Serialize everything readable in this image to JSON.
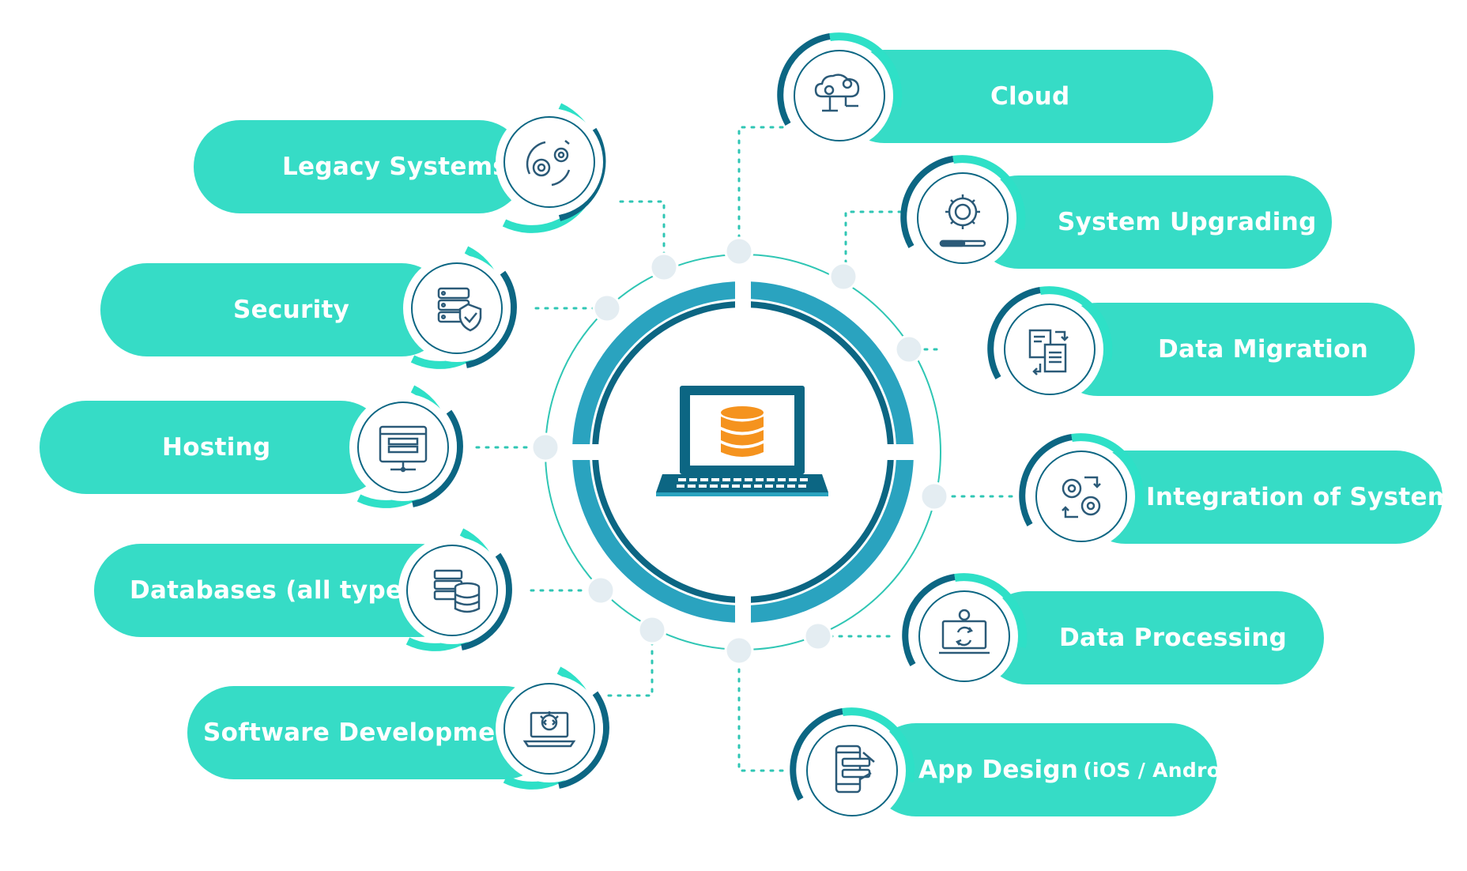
{
  "center": {
    "icon": "laptop-database-icon"
  },
  "colors": {
    "pill": "#36dcc6",
    "ring_dark": "#0c6683",
    "ring_mid": "#2aa3bf",
    "accent_orange": "#f5931e",
    "dot_line": "#2fc6b4"
  },
  "left_items": [
    {
      "label": "Legacy Systems",
      "icon": "legacy-gears-icon"
    },
    {
      "label": "Security",
      "icon": "server-shield-icon"
    },
    {
      "label": "Hosting",
      "icon": "hosting-server-icon"
    },
    {
      "label": "Databases (all types)",
      "icon": "database-servers-icon"
    },
    {
      "label": "Software Development",
      "icon": "laptop-code-icon"
    }
  ],
  "right_items": [
    {
      "label": "Cloud",
      "icon": "cloud-gears-icon"
    },
    {
      "label": "System Upgrading",
      "icon": "gear-upgrade-icon"
    },
    {
      "label": "Data Migration",
      "icon": "documents-transfer-icon"
    },
    {
      "label": "Integration of Systems",
      "icon": "gears-arrows-icon"
    },
    {
      "label": "Data Processing",
      "icon": "monitor-processing-icon"
    },
    {
      "label": "App Design",
      "label_suffix": "(iOS / Android)",
      "icon": "mobile-design-icon"
    }
  ]
}
